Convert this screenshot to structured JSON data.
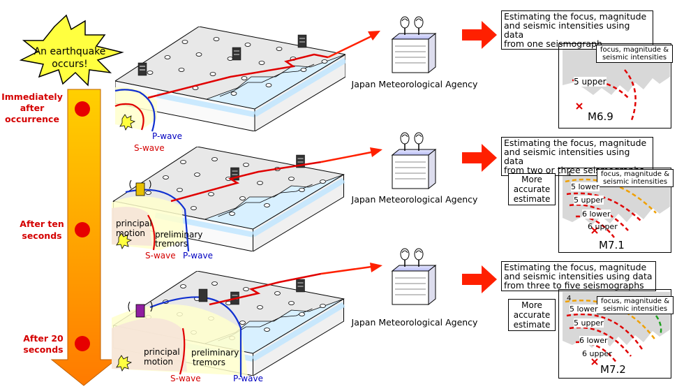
{
  "event_label_line1": "An earthquake",
  "event_label_line2": "occurs!",
  "timeline": [
    {
      "line1": "Immediately",
      "line2": "after",
      "line3": "occurrence"
    },
    {
      "line1": "After ten",
      "line2": "seconds"
    },
    {
      "line1": "After 20",
      "line2": "seconds"
    }
  ],
  "agency_label": "Japan Meteorological Agency",
  "panels": [
    {
      "estimate_line1": "Estimating the focus, magnitude",
      "estimate_line2": "and seismic intensities using data",
      "estimate_line3": "from one seismograph",
      "map_label_line1": "focus, magnitude &",
      "map_label_line2": "seismic intensities",
      "intensity_labels": [
        "5 upper"
      ],
      "magnitude": "M6.9",
      "waves": {
        "s": "S-wave",
        "p": "P-wave"
      }
    },
    {
      "estimate_line1": "Estimating the focus, magnitude",
      "estimate_line2": "and seismic intensities using data",
      "estimate_line3": "from two or three seismographs",
      "map_label_line1": "focus, magnitude &",
      "map_label_line2": "seismic intensities",
      "accuracy_line1": "More",
      "accuracy_line2": "accurate",
      "accuracy_line3": "estimate",
      "intensity_labels": [
        "4",
        "5 lower",
        "5 upper",
        "6 lower",
        "6 upper"
      ],
      "magnitude": "M7.1",
      "waves": {
        "s": "S-wave",
        "p": "P-wave",
        "principal_1": "principal",
        "principal_2": "motion",
        "prelim_1": "preliminary",
        "prelim_2": "tremors"
      }
    },
    {
      "estimate_line1": "Estimating the focus, magnitude",
      "estimate_line2": "and seismic intensities using data",
      "estimate_line3": "from three to five seismographs",
      "map_label_line1": "focus, magnitude &",
      "map_label_line2": "seismic intensities",
      "accuracy_line1": "More",
      "accuracy_line2": "accurate",
      "accuracy_line3": "estimate",
      "intensity_labels": [
        "4",
        "5 lower",
        "5 upper",
        "6 lower",
        "6 upper"
      ],
      "magnitude": "M7.2",
      "waves": {
        "s": "S-wave",
        "p": "P-wave",
        "principal_1": "principal",
        "principal_2": "motion",
        "prelim_1": "preliminary",
        "prelim_2": "tremors"
      }
    }
  ],
  "colors": {
    "arrow_top": "#ffd000",
    "arrow_bottom": "#ff7a00",
    "timeline_dot": "#e60000",
    "s_wave": "#e00000",
    "p_wave": "#1030d0",
    "signal_arrow": "#ff2000",
    "burst_yellow": "#ffff40",
    "intensity_orange": "#f0a000",
    "intensity_red": "#e00000",
    "intensity_green": "#20a020"
  }
}
